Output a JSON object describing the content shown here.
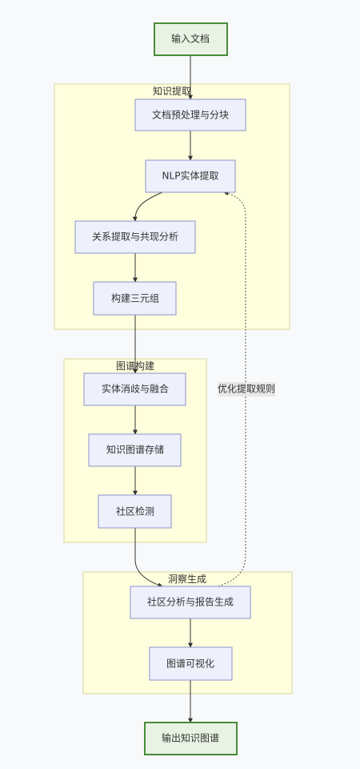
{
  "clusters": {
    "extraction": "知识提取",
    "construction": "图谱构建",
    "insight": "洞察生成"
  },
  "nodes": {
    "input": "输入文档",
    "preprocess": "文档预处理与分块",
    "nlp": "NLP实体提取",
    "relation": "关系提取与共现分析",
    "triples": "构建三元组",
    "disambig": "实体消歧与融合",
    "storage": "知识图谱存储",
    "community": "社区检测",
    "report": "社区分析与报告生成",
    "visual": "图谱可视化",
    "output": "输出知识图谱"
  },
  "edges": {
    "feedback_label": "优化提取规则"
  }
}
